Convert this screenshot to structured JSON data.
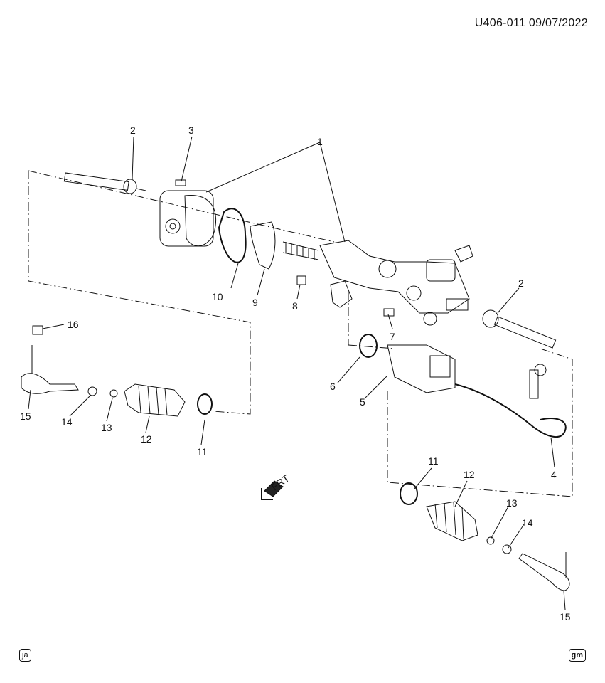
{
  "header": {
    "code": "U406-011 09/07/2022"
  },
  "direction_indicator": {
    "label": "FRT"
  },
  "callouts": [
    "1",
    "2",
    "3",
    "2",
    "4",
    "5",
    "6",
    "7",
    "8",
    "9",
    "10",
    "11",
    "12",
    "13",
    "14",
    "15",
    "16",
    "11",
    "12",
    "13",
    "14",
    "15"
  ],
  "corners": {
    "left": "ja",
    "right": "gm"
  }
}
